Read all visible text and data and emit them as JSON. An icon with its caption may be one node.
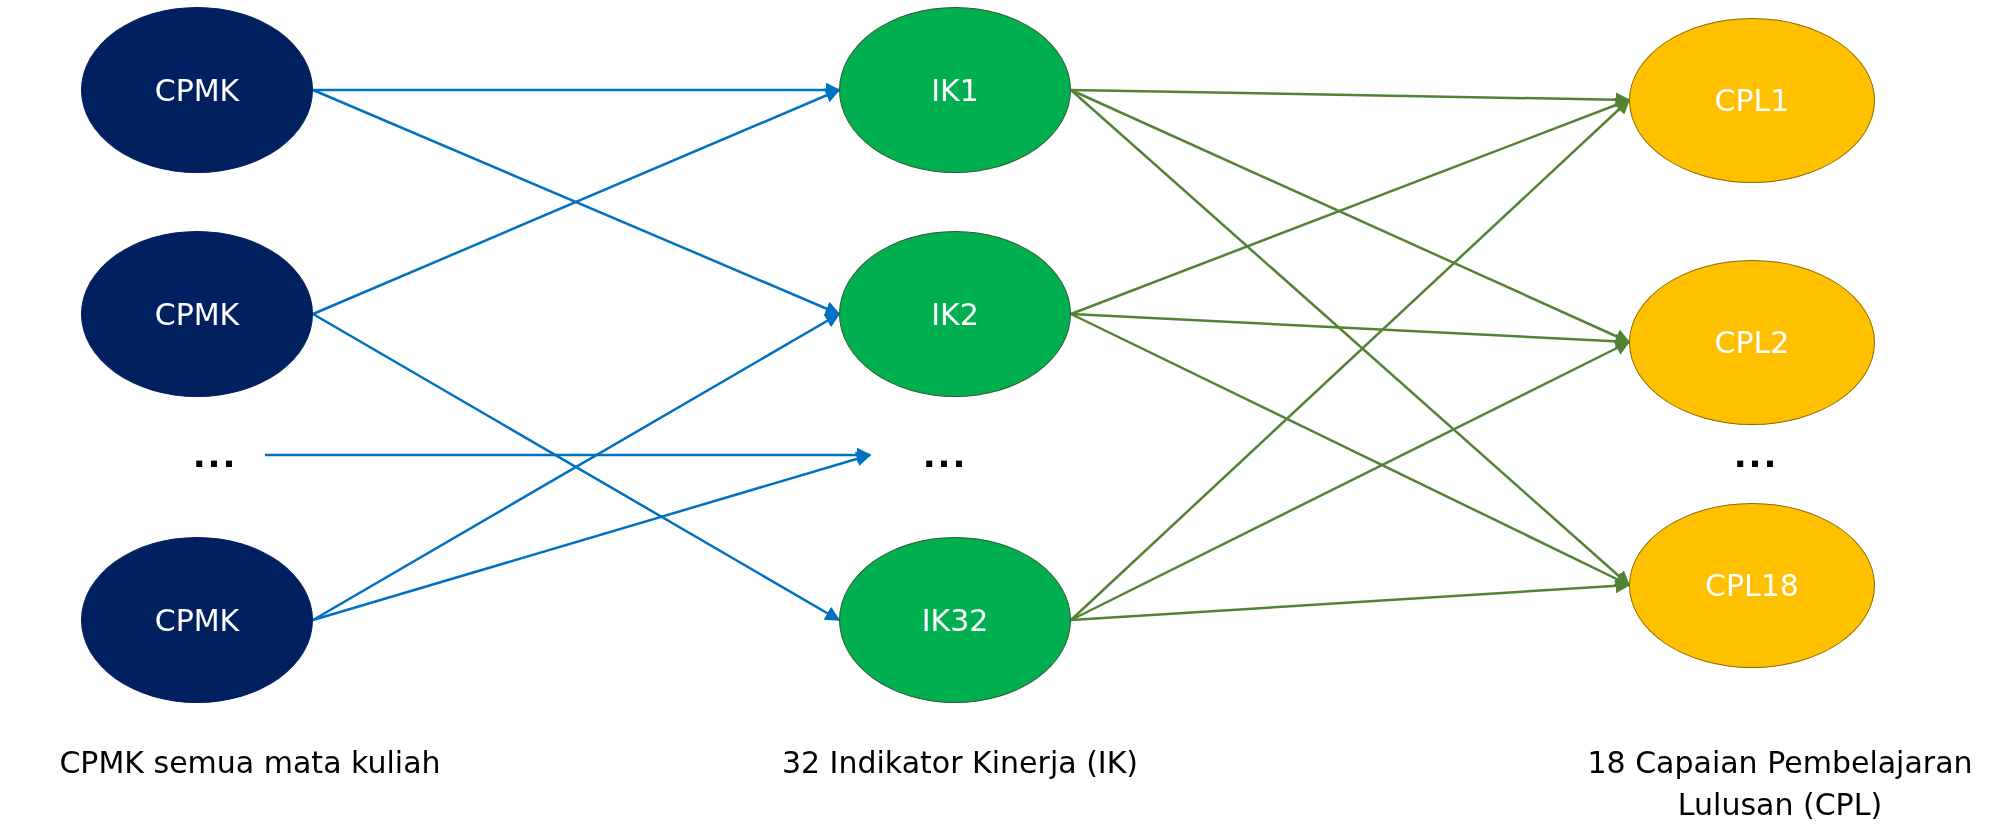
{
  "diagram": {
    "nodes": [
      {
        "text": [
          "CPMK"
        ]
      },
      {
        "text": [
          "CPMK"
        ]
      },
      {
        "text": [
          "..."
        ]
      },
      {
        "text": [
          "CPMK"
        ]
      },
      {
        "text": [
          "IK1"
        ]
      },
      {
        "text": [
          "IK2"
        ]
      },
      {
        "text": [
          "..."
        ]
      },
      {
        "text": [
          "IK32"
        ]
      },
      {
        "text": [
          "CPL1"
        ]
      },
      {
        "text": [
          "CPL2"
        ]
      },
      {
        "text": [
          "CPL18"
        ]
      }
    ],
    "edges": [
      {
        "from": 0,
        "to": 4,
        "arrow": "to",
        "color": "#0070c0"
      },
      {
        "from": 0,
        "to": 5,
        "arrow": "to",
        "color": "#0070c0"
      },
      {
        "from": 1,
        "to": 4,
        "arrow": "to",
        "color": "#0070c0"
      },
      {
        "from": 1,
        "to": 7,
        "arrow": "to",
        "color": "#0070c0"
      },
      {
        "from": 2,
        "to": 6,
        "arrow": "to",
        "color": "#0070c0"
      },
      {
        "from": 3,
        "to": 5,
        "arrow": "to",
        "color": "#0070c0"
      },
      {
        "from": 3,
        "to": 6,
        "arrow": "to",
        "color": "#0070c0"
      },
      {
        "from": 4,
        "to": 8,
        "arrow": "to"
      },
      {
        "from": 4,
        "to": 9,
        "arrow": "to"
      },
      {
        "from": 4,
        "to": 10,
        "arrow": "to"
      },
      {
        "from": 5,
        "to": 8,
        "arrow": "to"
      },
      {
        "from": 5,
        "to": 9,
        "arrow": "to"
      },
      {
        "from": 5,
        "to": 10,
        "arrow": "to"
      },
      {
        "from": 7,
        "to": 8,
        "arrow": "to"
      },
      {
        "from": 7,
        "to": 9,
        "arrow": "to"
      },
      {
        "from": 7,
        "to": 10,
        "arrow": "to"
      }
    ],
    "labels": [
      "...",
      "CPMK semua mata kuliah",
      "32 Indikator Kinerja (IK)",
      "18 Capaian Pembelajaran Lulusan (CPL)"
    ]
  }
}
